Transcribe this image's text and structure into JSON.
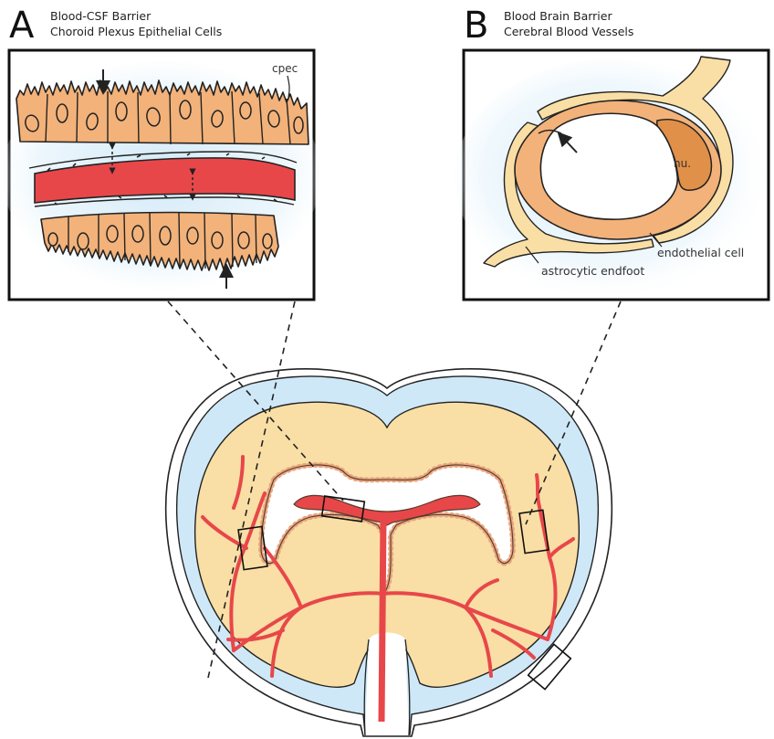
{
  "panel_a": {
    "letter": "A",
    "title_line1": "Blood-CSF Barrier",
    "title_line2": "Choroid Plexus Epithelial Cells",
    "label_cpec": "cpec"
  },
  "panel_b": {
    "letter": "B",
    "title_line1": "Blood Brain Barrier",
    "title_line2": "Cerebral Blood Vessels",
    "label_nucleus": "nu.",
    "label_endothelial": "endothelial cell",
    "label_astrocytic": "astrocytic endfoot"
  },
  "colors": {
    "cell_orange": "#f2b27a",
    "vessel_red": "#e8474a",
    "tissue_tan": "#f9dfa5",
    "csf_blue": "#cfe8f7",
    "nucleus_dark": "#e09048",
    "outline": "#222222"
  }
}
